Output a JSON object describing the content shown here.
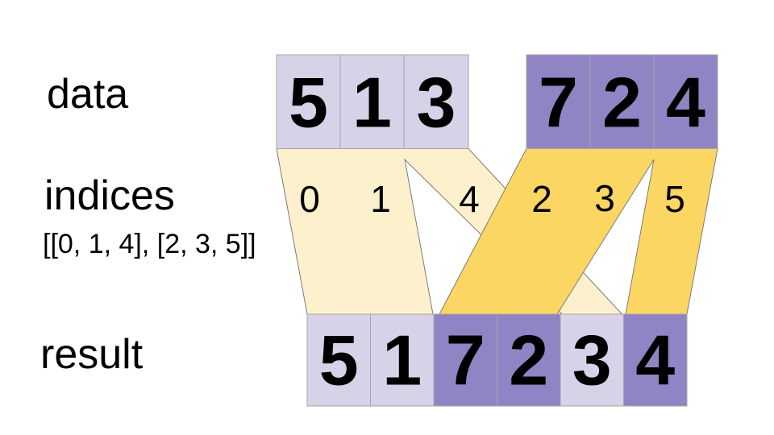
{
  "labels": {
    "data": "data",
    "indices": "indices",
    "indices_notation": "[[0, 1, 4], [2, 3, 5]]",
    "result": "result"
  },
  "data_row": {
    "groups": [
      {
        "values": [
          "5",
          "1",
          "3"
        ]
      },
      {
        "values": [
          "7",
          "2",
          "4"
        ]
      }
    ]
  },
  "indices_row": {
    "groups": [
      {
        "values": [
          "0",
          "1",
          "4"
        ]
      },
      {
        "values": [
          "2",
          "3",
          "5"
        ]
      }
    ]
  },
  "result_row": {
    "values": [
      "5",
      "1",
      "7",
      "2",
      "3",
      "4"
    ]
  },
  "colors": {
    "light_purple": "#d8d2e8",
    "dark_purple": "#9184c4",
    "cream": "#fdf0cc",
    "gold": "#fcd662"
  }
}
